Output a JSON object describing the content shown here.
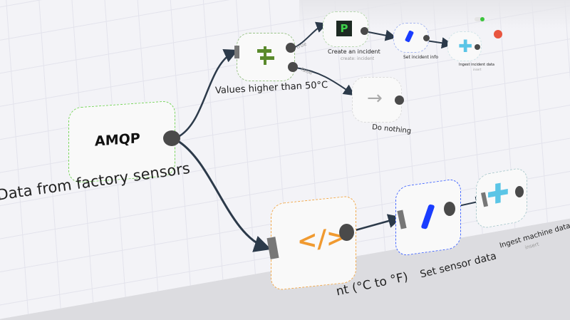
{
  "workflow": {
    "trigger": {
      "icon_text": "AMQP",
      "label": "Data from factory sensors",
      "color": "#35c41a"
    },
    "if_node": {
      "label": "Values higher than 50°C",
      "true_label": "true",
      "false_label": "false",
      "color": "#5a8a2c",
      "icon": "signpost-icon"
    },
    "incident": {
      "label": "Create an incident",
      "sublabel": "create: incident",
      "icon": "pagerduty-icon"
    },
    "set_incident": {
      "label": "Set incident info",
      "icon": "pen-icon"
    },
    "ingest_incident": {
      "label": "Ingest incident data",
      "sublabel": "insert",
      "icon": "crate-plus-icon"
    },
    "noop": {
      "label": "Do nothing",
      "icon": "arrow-right-icon"
    },
    "function": {
      "label": "nt (°C to °F)",
      "color": "#f09a30",
      "icon": "code-icon"
    },
    "set_sensor": {
      "label": "Set sensor data",
      "color": "#1a3dff",
      "icon": "pen-icon"
    },
    "ingest_machine": {
      "label": "Ingest machine data",
      "sublabel": "insert",
      "color": "#5bc5e6",
      "icon": "crate-plus-icon"
    }
  },
  "window_controls": {
    "toggle_color": "#3cc43c",
    "close_color": "#e8553f"
  }
}
